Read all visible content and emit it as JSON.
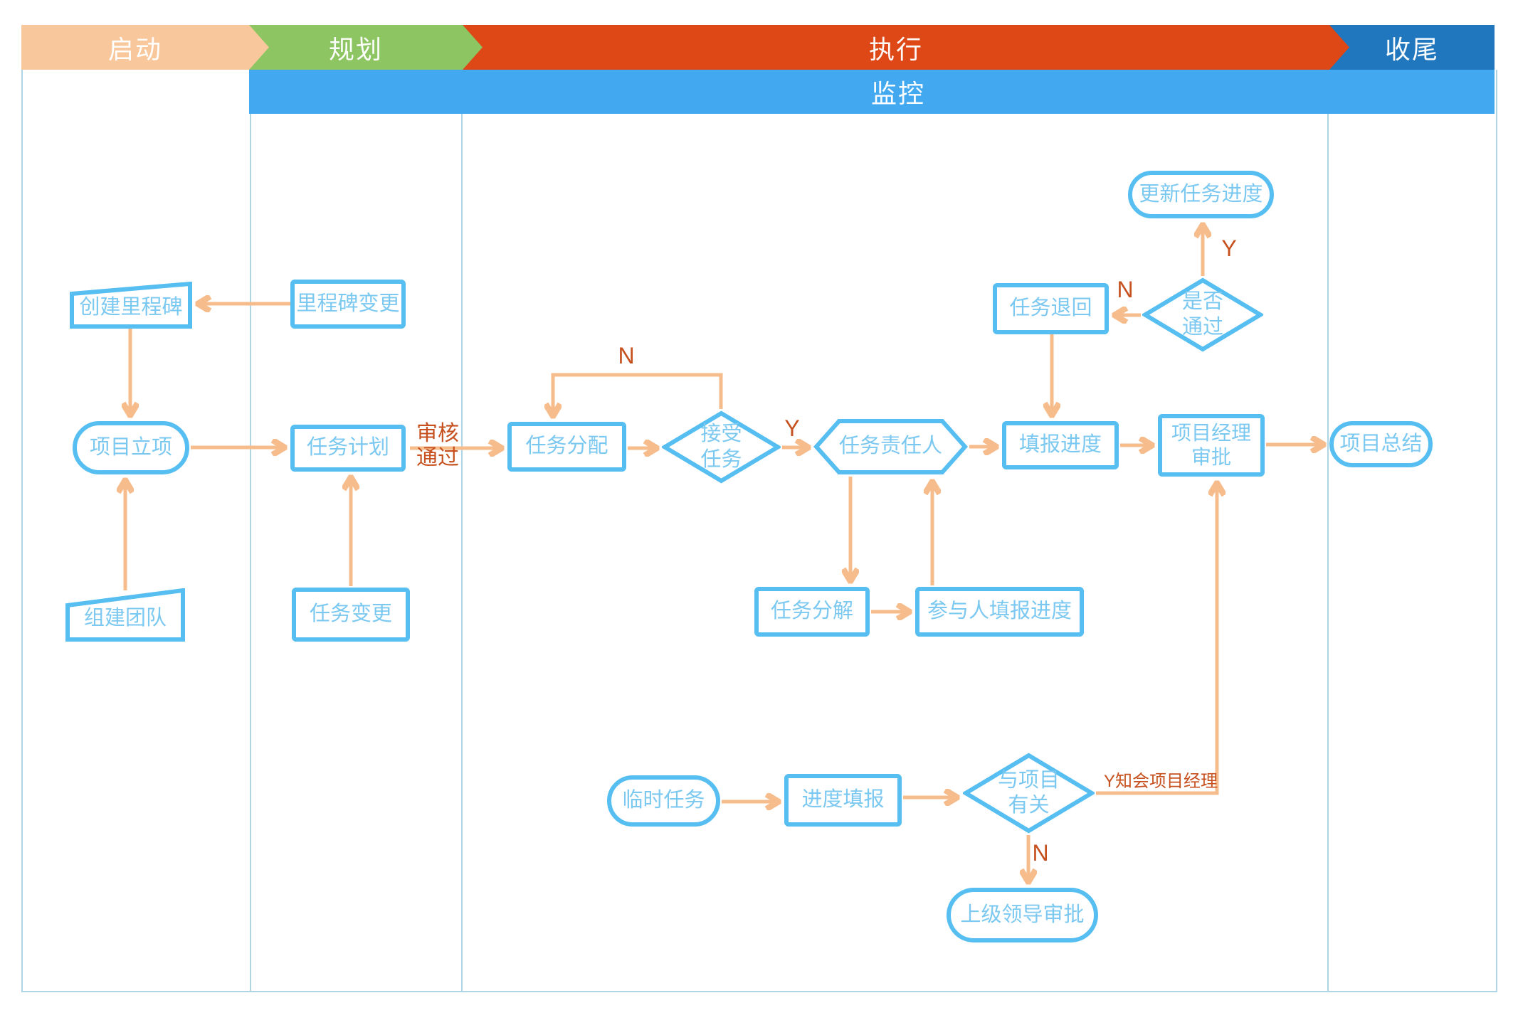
{
  "phases": {
    "qidong": "启动",
    "guihua": "规划",
    "zhixing": "执行",
    "shouwei": "收尾",
    "jiankong": "监控"
  },
  "palette": {
    "phase_qidong": "#F8C89C",
    "phase_guihua": "#8CC561",
    "phase_zhixing": "#DE4716",
    "phase_shouwei": "#2077BE",
    "phase_jiankong": "#42A9F0",
    "node_border": "#56BEF1",
    "node_text": "#7BC8F0",
    "arrow": "#F6BC8C",
    "edge_label": "#C6511F",
    "lane_line": "#AFD4E4"
  },
  "nodes": {
    "create_milestone": {
      "label": "创建里程碑"
    },
    "project_initiation": {
      "label": "项目立项"
    },
    "build_team": {
      "label": "组建团队"
    },
    "milestone_change": {
      "label": "里程碑变更"
    },
    "task_plan": {
      "label": "任务计划"
    },
    "task_change": {
      "label": "任务变更"
    },
    "task_assign": {
      "label": "任务分配"
    },
    "accept_task": {
      "label": "接受\n任务"
    },
    "task_owner": {
      "label": "任务责任人"
    },
    "fill_progress": {
      "label": "填报进度"
    },
    "pm_approve": {
      "label": "项目经理\n审批"
    },
    "project_summary": {
      "label": "项目总结"
    },
    "update_task_progress": {
      "label": "更新任务进度"
    },
    "pass_check": {
      "label": "是否\n通过"
    },
    "task_return": {
      "label": "任务退回"
    },
    "task_decompose": {
      "label": "任务分解"
    },
    "participant_fill_progress": {
      "label": "参与人填报进度"
    },
    "temp_task": {
      "label": "临时任务"
    },
    "progress_fill": {
      "label": "进度填报"
    },
    "project_related": {
      "label": "与项目\n有关"
    },
    "leader_approve": {
      "label": "上级领导审批"
    }
  },
  "edge_labels": {
    "review_pass": "审核\n通过",
    "loop_no": "N",
    "accept_yes": "Y",
    "pass_yes": "Y",
    "pass_no": "N",
    "related_no": "N",
    "notify_pm": "Y知会项目经理"
  }
}
